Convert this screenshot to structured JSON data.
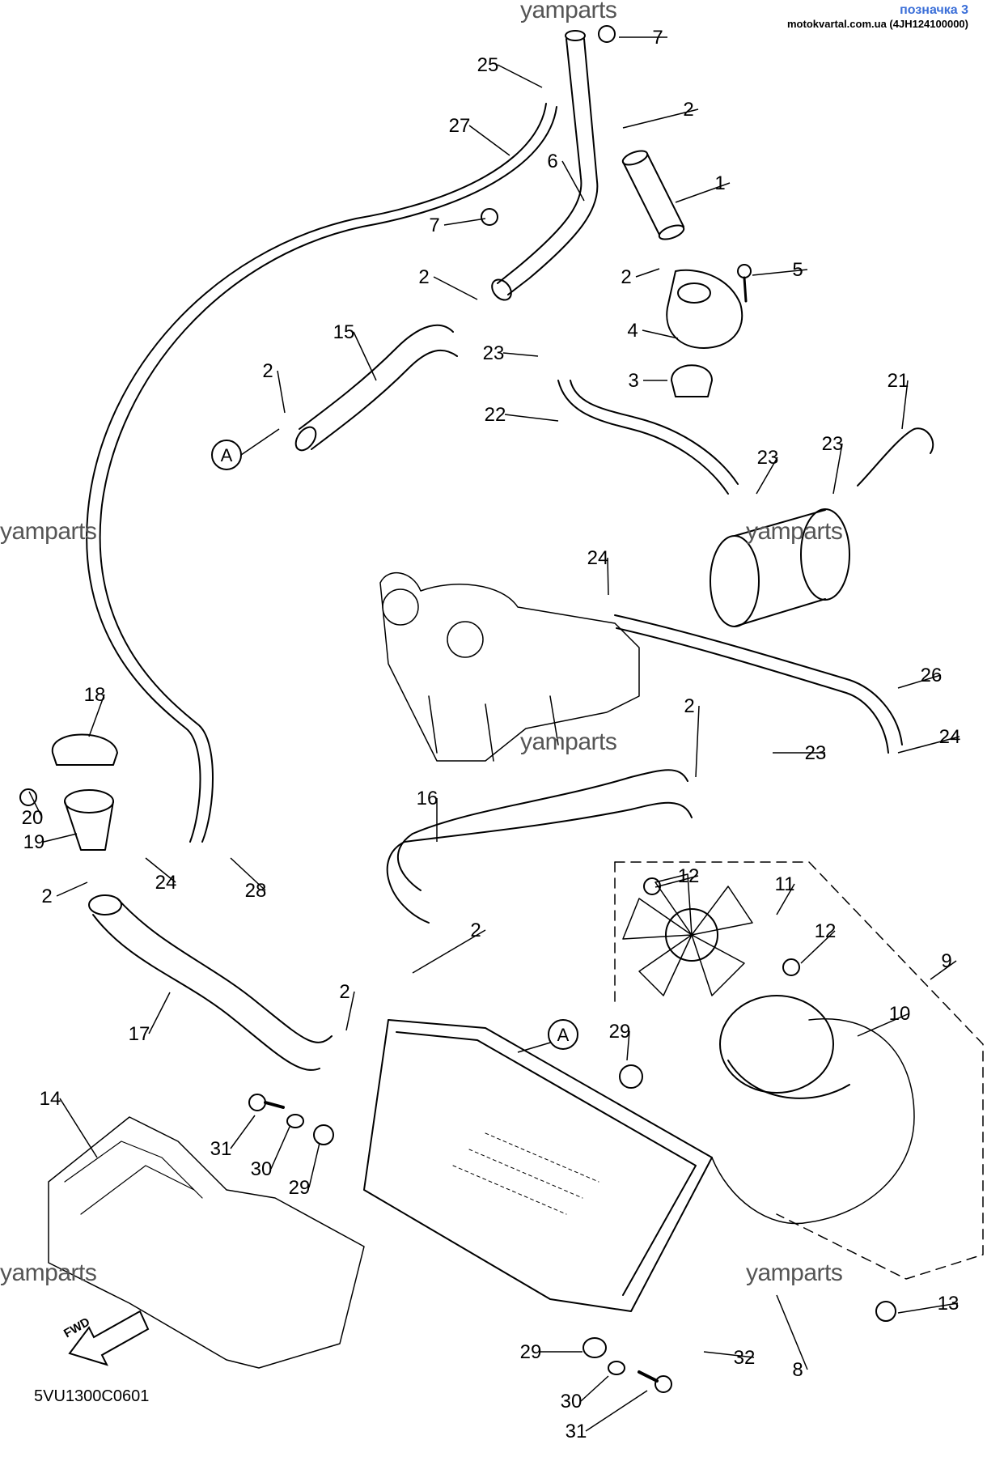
{
  "header": {
    "bookmark": "позначка 3",
    "source": "motokvartal.com.ua (4JH124100000)"
  },
  "watermark": "yamparts",
  "diagram_code": "5VU1300C0601",
  "fwd_label": "FWD",
  "ref_label": "A",
  "callouts": [
    {
      "id": "c1",
      "label": "1"
    },
    {
      "id": "c2a",
      "label": "2"
    },
    {
      "id": "c2b",
      "label": "2"
    },
    {
      "id": "c2c",
      "label": "2"
    },
    {
      "id": "c2d",
      "label": "2"
    },
    {
      "id": "c2e",
      "label": "2"
    },
    {
      "id": "c2f",
      "label": "2"
    },
    {
      "id": "c2g",
      "label": "2"
    },
    {
      "id": "c2h",
      "label": "2"
    },
    {
      "id": "c3",
      "label": "3"
    },
    {
      "id": "c4",
      "label": "4"
    },
    {
      "id": "c5",
      "label": "5"
    },
    {
      "id": "c6",
      "label": "6"
    },
    {
      "id": "c7a",
      "label": "7"
    },
    {
      "id": "c7b",
      "label": "7"
    },
    {
      "id": "c8",
      "label": "8"
    },
    {
      "id": "c9",
      "label": "9"
    },
    {
      "id": "c10",
      "label": "10"
    },
    {
      "id": "c11",
      "label": "11"
    },
    {
      "id": "c12a",
      "label": "12"
    },
    {
      "id": "c12b",
      "label": "12"
    },
    {
      "id": "c13",
      "label": "13"
    },
    {
      "id": "c14",
      "label": "14"
    },
    {
      "id": "c15",
      "label": "15"
    },
    {
      "id": "c16",
      "label": "16"
    },
    {
      "id": "c17",
      "label": "17"
    },
    {
      "id": "c18",
      "label": "18"
    },
    {
      "id": "c19",
      "label": "19"
    },
    {
      "id": "c20",
      "label": "20"
    },
    {
      "id": "c21",
      "label": "21"
    },
    {
      "id": "c22",
      "label": "22"
    },
    {
      "id": "c23a",
      "label": "23"
    },
    {
      "id": "c23b",
      "label": "23"
    },
    {
      "id": "c23c",
      "label": "23"
    },
    {
      "id": "c23d",
      "label": "23"
    },
    {
      "id": "c24a",
      "label": "24"
    },
    {
      "id": "c24b",
      "label": "24"
    },
    {
      "id": "c24c",
      "label": "24"
    },
    {
      "id": "c25",
      "label": "25"
    },
    {
      "id": "c26",
      "label": "26"
    },
    {
      "id": "c27",
      "label": "27"
    },
    {
      "id": "c28",
      "label": "28"
    },
    {
      "id": "c29a",
      "label": "29"
    },
    {
      "id": "c29b",
      "label": "29"
    },
    {
      "id": "c29c",
      "label": "29"
    },
    {
      "id": "c30a",
      "label": "30"
    },
    {
      "id": "c30b",
      "label": "30"
    },
    {
      "id": "c31a",
      "label": "31"
    },
    {
      "id": "c31b",
      "label": "31"
    },
    {
      "id": "c32",
      "label": "32"
    }
  ]
}
